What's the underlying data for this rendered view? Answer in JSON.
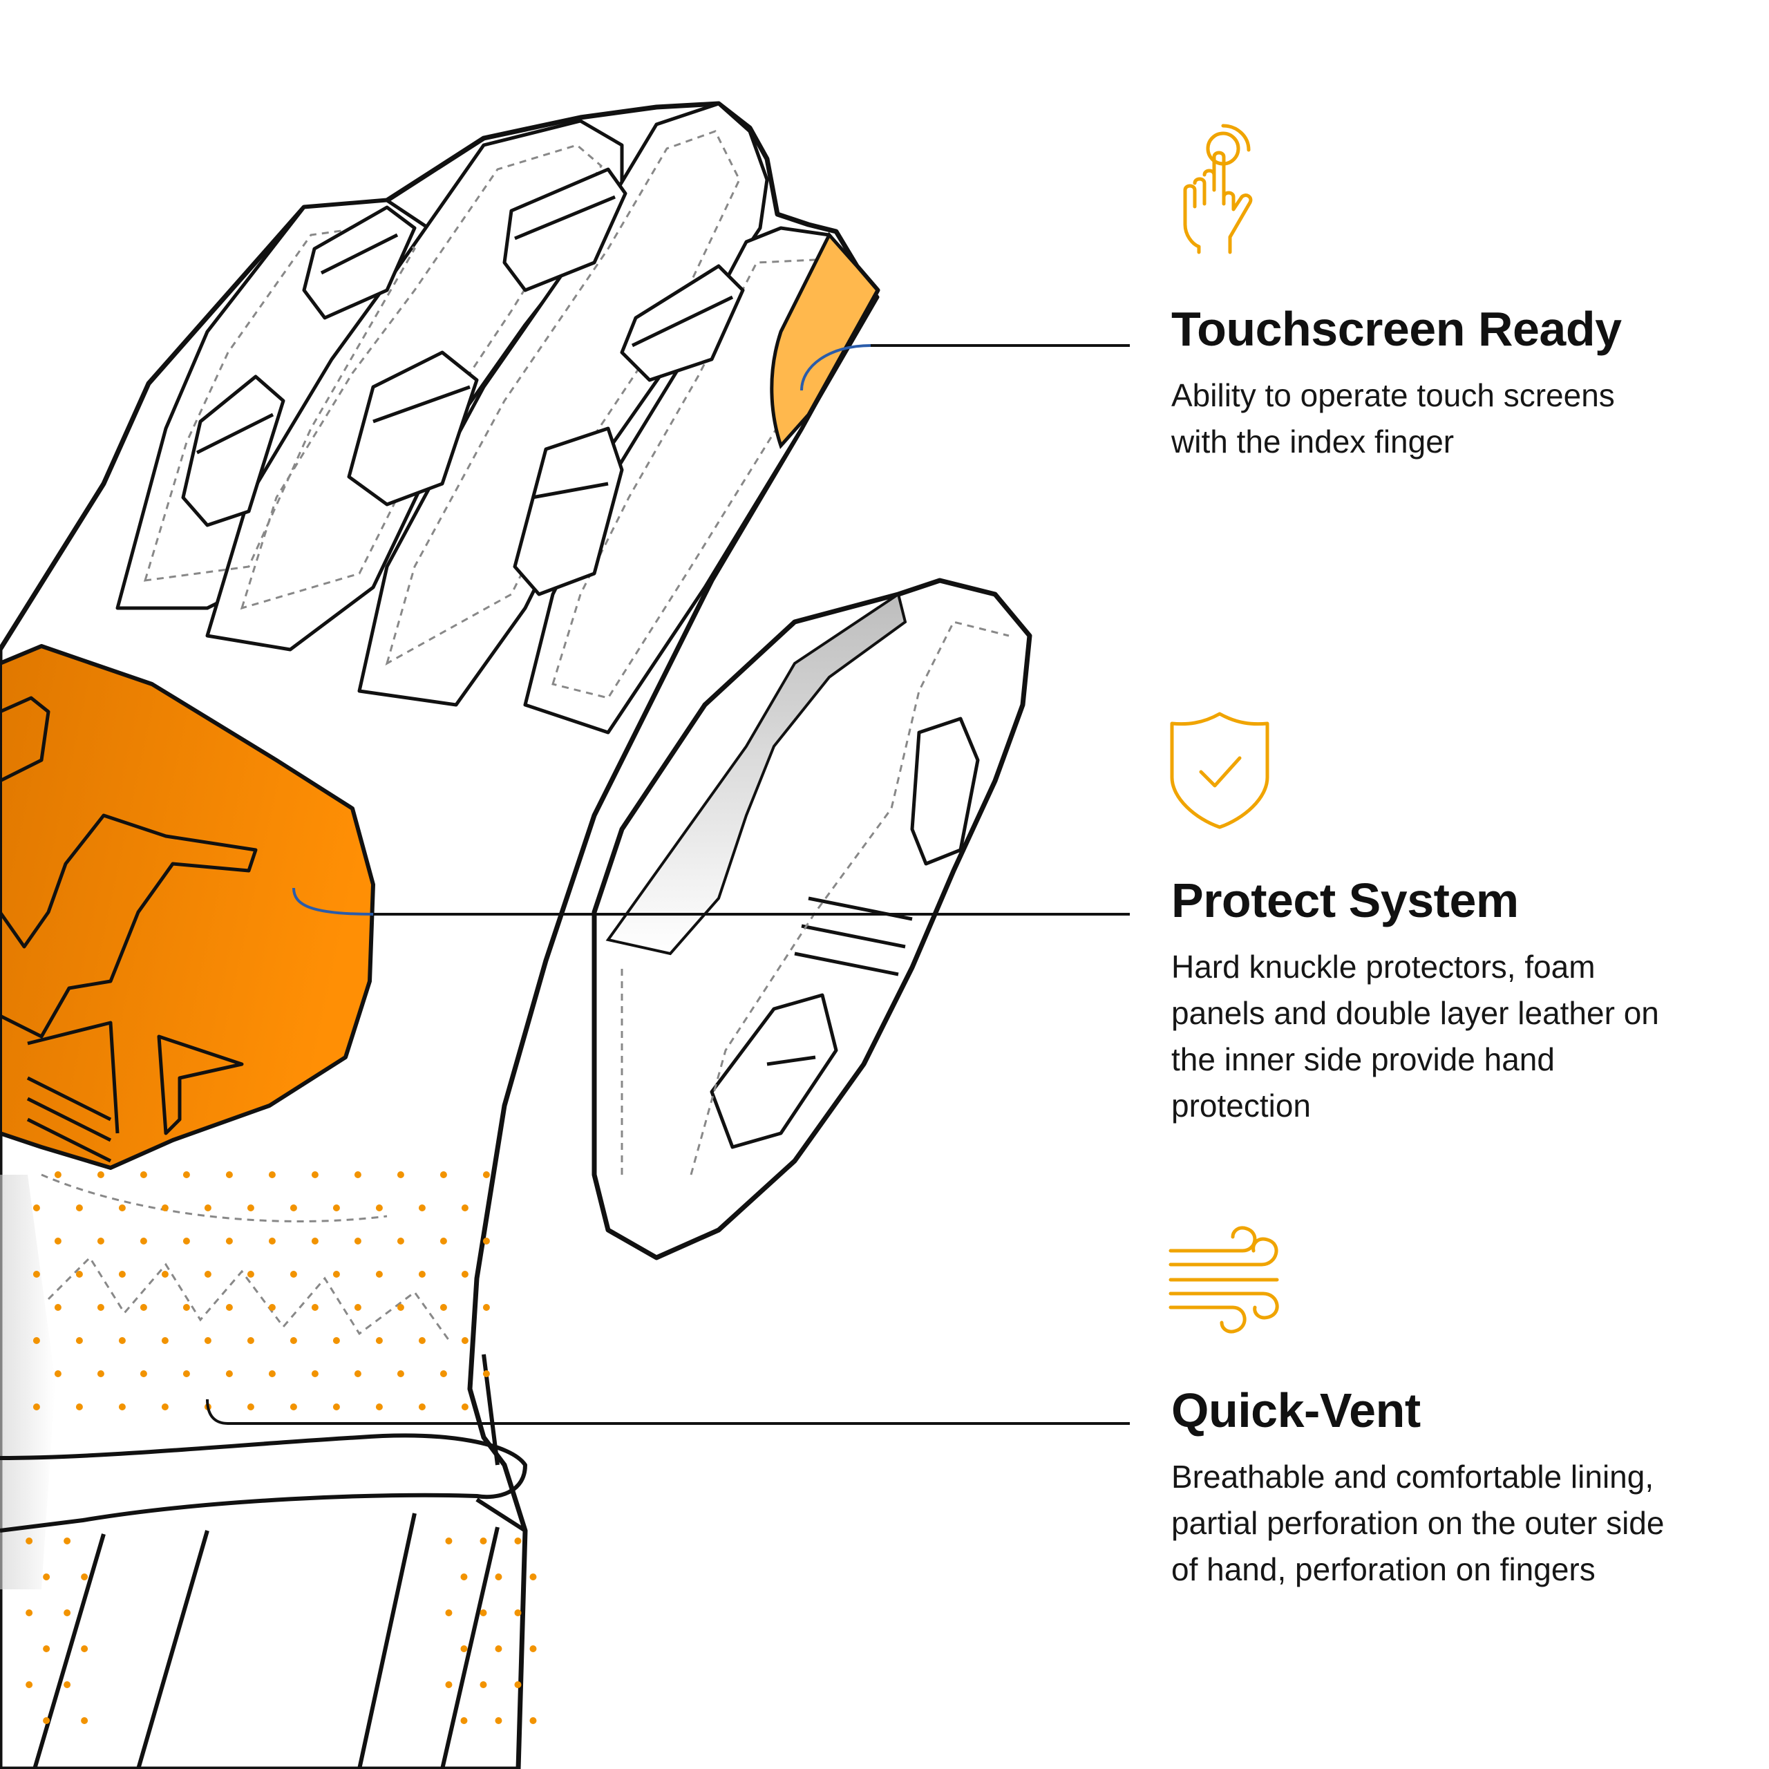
{
  "features": [
    {
      "title": "Touchscreen Ready",
      "description": "Ability to operate touch screens with the index finger",
      "icon": "touch-hand-icon"
    },
    {
      "title": "Protect System",
      "description": "Hard knuckle protectors, foam panels and double layer leather on the inner side provide hand protection",
      "icon": "shield-check-icon"
    },
    {
      "title": "Quick-Vent",
      "description": "Breathable and comfortable lining, partial perforation on the outer side of hand, perforation on fingers",
      "icon": "wind-icon"
    }
  ],
  "colors": {
    "accent_orange": "#FF8C00",
    "light_orange": "#FFB84D",
    "icon_gold": "#F0A400",
    "outline": "#111111",
    "callout_blue": "#2A5CAA"
  }
}
